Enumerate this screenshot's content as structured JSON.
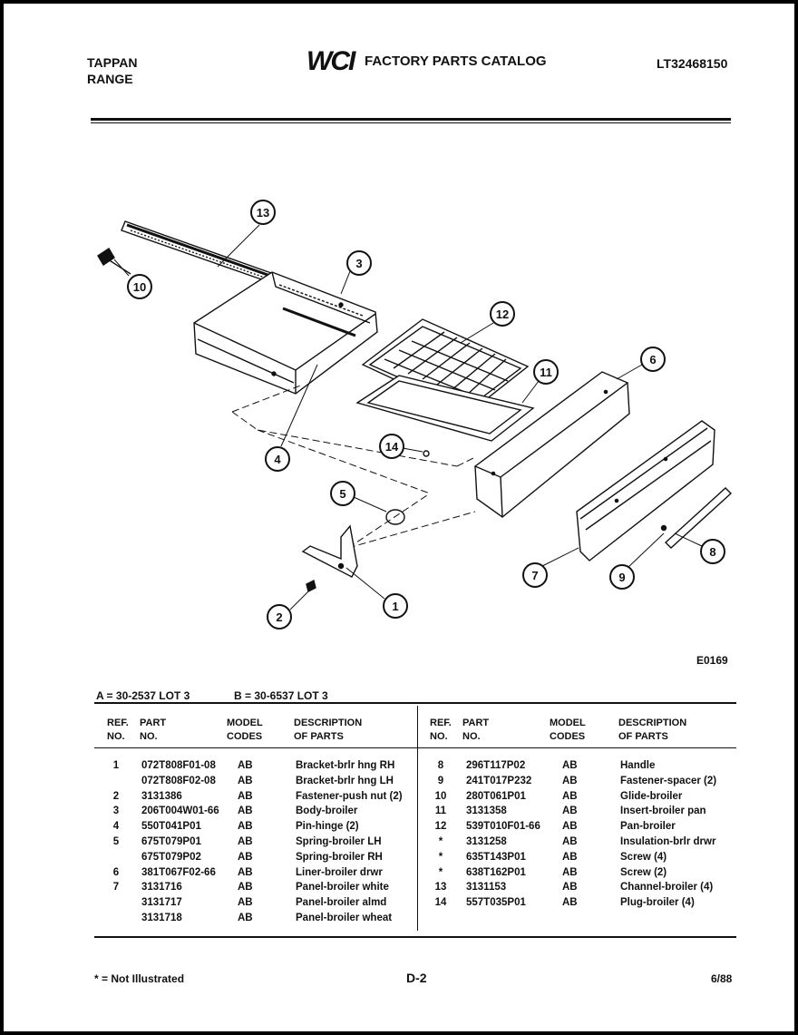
{
  "header": {
    "brand_line1": "TAPPAN",
    "brand_line2": "RANGE",
    "logo_text": "WCI",
    "catalog_title": "FACTORY PARTS CATALOG",
    "catalog_number": "LT32468150"
  },
  "diagram": {
    "id": "E0169",
    "callouts": [
      "13",
      "10",
      "3",
      "12",
      "6",
      "11",
      "4",
      "14",
      "5",
      "7",
      "9",
      "8",
      "2",
      "1"
    ]
  },
  "lots": {
    "a": "A = 30-2537 LOT 3",
    "b": "B = 30-6537 LOT 3"
  },
  "table": {
    "headers": {
      "ref_1": "REF.",
      "ref_2": "NO.",
      "part_1": "PART",
      "part_2": "NO.",
      "model_1": "MODEL",
      "model_2": "CODES",
      "desc_1": "DESCRIPTION",
      "desc_2": "OF PARTS"
    },
    "left_rows": [
      {
        "ref": "1",
        "part": "072T808F01-08",
        "model": "AB",
        "desc": "Bracket-brlr hng RH"
      },
      {
        "ref": "",
        "part": "072T808F02-08",
        "model": "AB",
        "desc": "Bracket-brlr hng LH"
      },
      {
        "ref": "2",
        "part": "3131386",
        "model": "AB",
        "desc": "Fastener-push nut  (2)"
      },
      {
        "ref": "3",
        "part": "206T004W01-66",
        "model": "AB",
        "desc": "Body-broiler"
      },
      {
        "ref": "4",
        "part": "550T041P01",
        "model": "AB",
        "desc": "Pin-hinge (2)"
      },
      {
        "ref": "5",
        "part": "675T079P01",
        "model": "AB",
        "desc": "Spring-broiler LH"
      },
      {
        "ref": "",
        "part": "675T079P02",
        "model": "AB",
        "desc": "Spring-broiler RH"
      },
      {
        "ref": "6",
        "part": "381T067F02-66",
        "model": "AB",
        "desc": "Liner-broiler drwr"
      },
      {
        "ref": "7",
        "part": "3131716",
        "model": "AB",
        "desc": "Panel-broiler white"
      },
      {
        "ref": "",
        "part": "3131717",
        "model": "AB",
        "desc": "Panel-broiler almd"
      },
      {
        "ref": "",
        "part": "3131718",
        "model": "AB",
        "desc": "Panel-broiler wheat"
      }
    ],
    "right_rows": [
      {
        "ref": "8",
        "part": "296T117P02",
        "model": "AB",
        "desc": "Handle"
      },
      {
        "ref": "9",
        "part": "241T017P232",
        "model": "AB",
        "desc": "Fastener-spacer (2)"
      },
      {
        "ref": "10",
        "part": "280T061P01",
        "model": "AB",
        "desc": "Glide-broiler"
      },
      {
        "ref": "11",
        "part": "3131358",
        "model": "AB",
        "desc": "Insert-broiler pan"
      },
      {
        "ref": "12",
        "part": "539T010F01-66",
        "model": "AB",
        "desc": "Pan-broiler"
      },
      {
        "ref": "*",
        "part": "3131258",
        "model": "AB",
        "desc": "Insulation-brlr drwr"
      },
      {
        "ref": "*",
        "part": "635T143P01",
        "model": "AB",
        "desc": "Screw (4)"
      },
      {
        "ref": "*",
        "part": "638T162P01",
        "model": "AB",
        "desc": "Screw (2)"
      },
      {
        "ref": "13",
        "part": "3131153",
        "model": "AB",
        "desc": "Channel-broiler (4)"
      },
      {
        "ref": "14",
        "part": "557T035P01",
        "model": "AB",
        "desc": "Plug-broiler (4)"
      }
    ]
  },
  "footer": {
    "note": "* = Not Illustrated",
    "page": "D-2",
    "date": "6/88"
  }
}
